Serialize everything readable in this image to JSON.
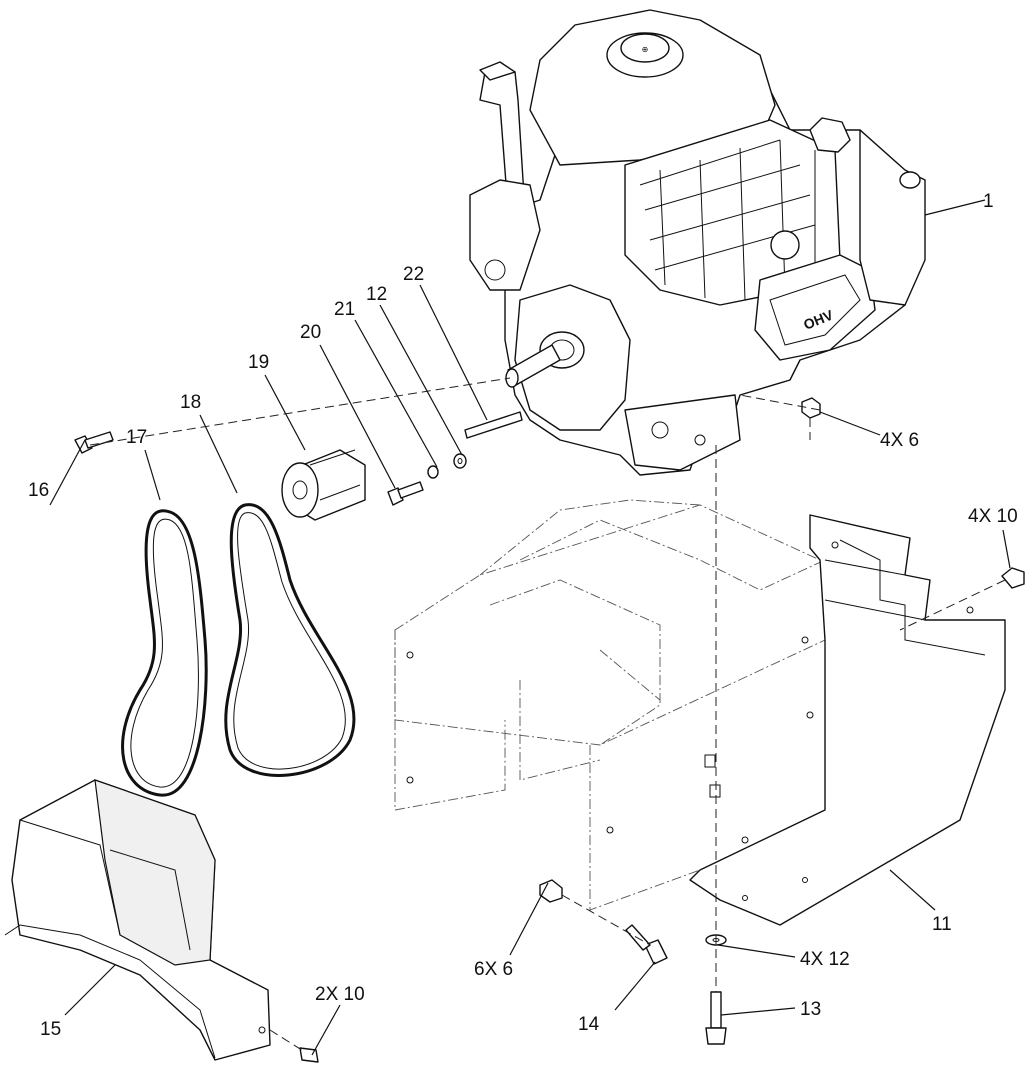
{
  "diagram": {
    "callouts": {
      "engine": "1",
      "hex_nut_engine": "4X 6",
      "carriage_bolt_small": "4X 10",
      "mounting_plate": "11",
      "washer": "12",
      "washer_bottom": "4X 12",
      "bolt_13": "13",
      "bolt_14": "14",
      "belt_cover": "15",
      "bolt_16": "16",
      "belt_17": "17",
      "belt_18": "18",
      "pulley_19": "19",
      "bolt_20": "20",
      "lock_washer_21": "21",
      "key_22": "22",
      "nut_6x6": "6X 6",
      "screw_2x10": "2X 10"
    },
    "engine_badge": "OHV"
  }
}
